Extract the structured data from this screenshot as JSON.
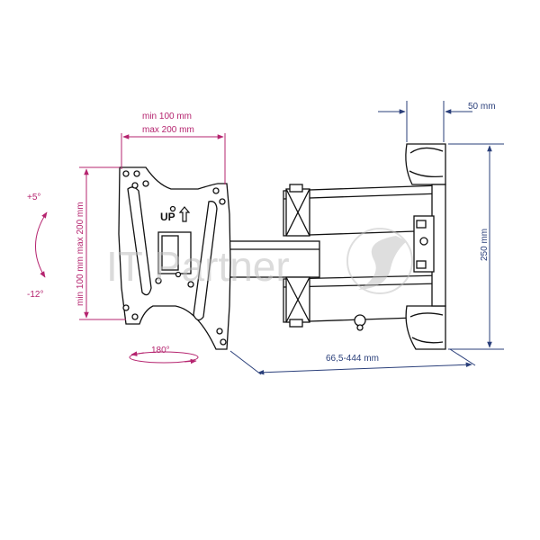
{
  "watermark": {
    "text": "IT Partner"
  },
  "plate": {
    "up_label": "UP"
  },
  "dimensions": {
    "vesa_width_min": "min 100 mm",
    "vesa_width_max": "max 200 mm",
    "vesa_height": "min 100 mm max 200 mm",
    "tilt_up": "+5°",
    "tilt_down": "-12°",
    "rotation": "180°",
    "extension": "66,5-444 mm",
    "wall_plate_height": "250 mm",
    "wall_plate_depth": "50 mm"
  },
  "colors": {
    "tv_side_dimension": "#b5246f",
    "wall_side_dimension": "#2a3f7a",
    "line": "#111111",
    "watermark": "#bfbfbf"
  }
}
